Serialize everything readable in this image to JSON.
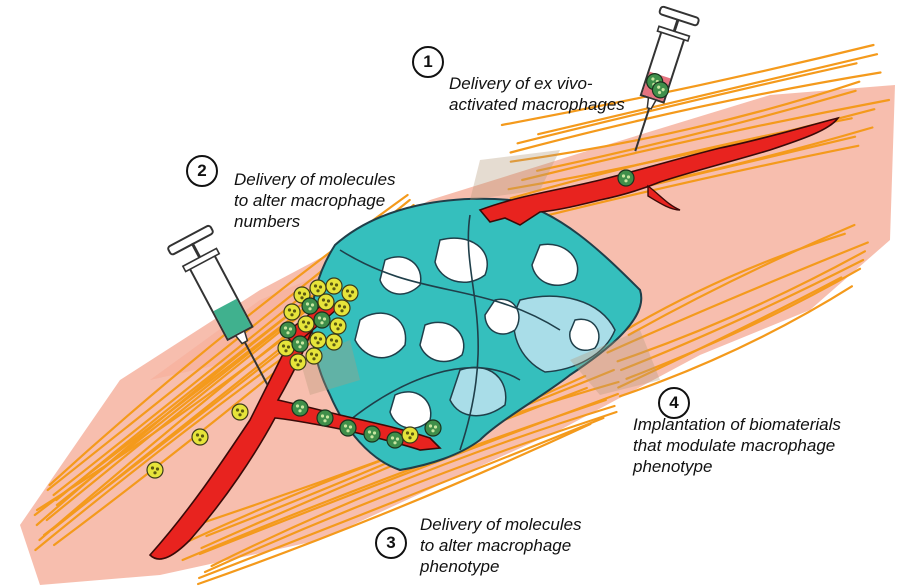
{
  "colors": {
    "muscle_fill": "#f6b3a0",
    "muscle_fiber": "#f49a1c",
    "scaffold_fill": "#35bfbd",
    "scaffold_light": "#a9dde8",
    "scaffold_outline": "#1f3f4a",
    "vessel": "#e8231f",
    "macrophage_yellow": "#e6e43a",
    "macrophage_green": "#3f8f4a",
    "syringe_green": "#1fa37a",
    "syringe_red": "#e05a6a"
  },
  "icons": [
    "syringe-icon",
    "macrophage-icon",
    "blood-vessel",
    "muscle-tissue",
    "biomaterial-scaffold"
  ],
  "steps": [
    {
      "number": "1",
      "lines": [
        "Delivery of ex vivo-",
        "activated macrophages"
      ]
    },
    {
      "number": "2",
      "lines": [
        "Delivery of molecules",
        "to alter macrophage",
        "numbers"
      ]
    },
    {
      "number": "3",
      "lines": [
        "Delivery of molecules",
        "to alter macrophage",
        "phenotype"
      ]
    },
    {
      "number": "4",
      "lines": [
        "Implantation of biomaterials",
        "that modulate macrophage",
        "phenotype"
      ]
    }
  ]
}
